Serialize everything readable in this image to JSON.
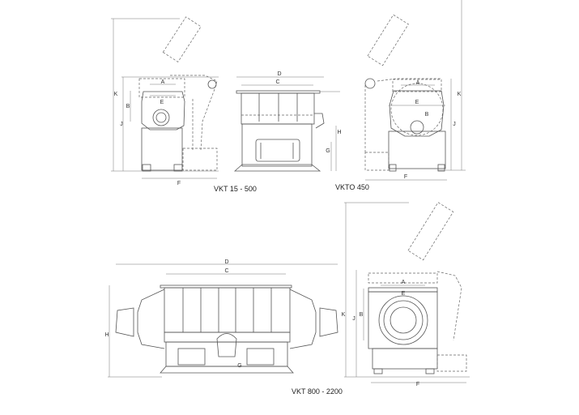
{
  "views": {
    "vkt_small": {
      "caption": "VKT 15 - 500",
      "dims": {
        "K": "K",
        "J": "J",
        "B": "B",
        "A": "A",
        "E": "E",
        "F": "F"
      }
    },
    "vkt_small_front": {
      "dims": {
        "D": "D",
        "C": "C",
        "H": "H",
        "G": "G"
      }
    },
    "vkto": {
      "caption": "VKTO 450",
      "dims": {
        "A": "A",
        "E": "E",
        "B": "B",
        "J": "J",
        "K": "K",
        "F": "F"
      }
    },
    "vkt_large_front": {
      "dims": {
        "D": "D",
        "C": "C",
        "H": "H",
        "G": "G"
      }
    },
    "vkt_large": {
      "caption": "VKT 800 - 2200",
      "dims": {
        "K": "K",
        "J": "J",
        "B": "B",
        "A": "A",
        "E": "E",
        "F": "F"
      }
    }
  }
}
